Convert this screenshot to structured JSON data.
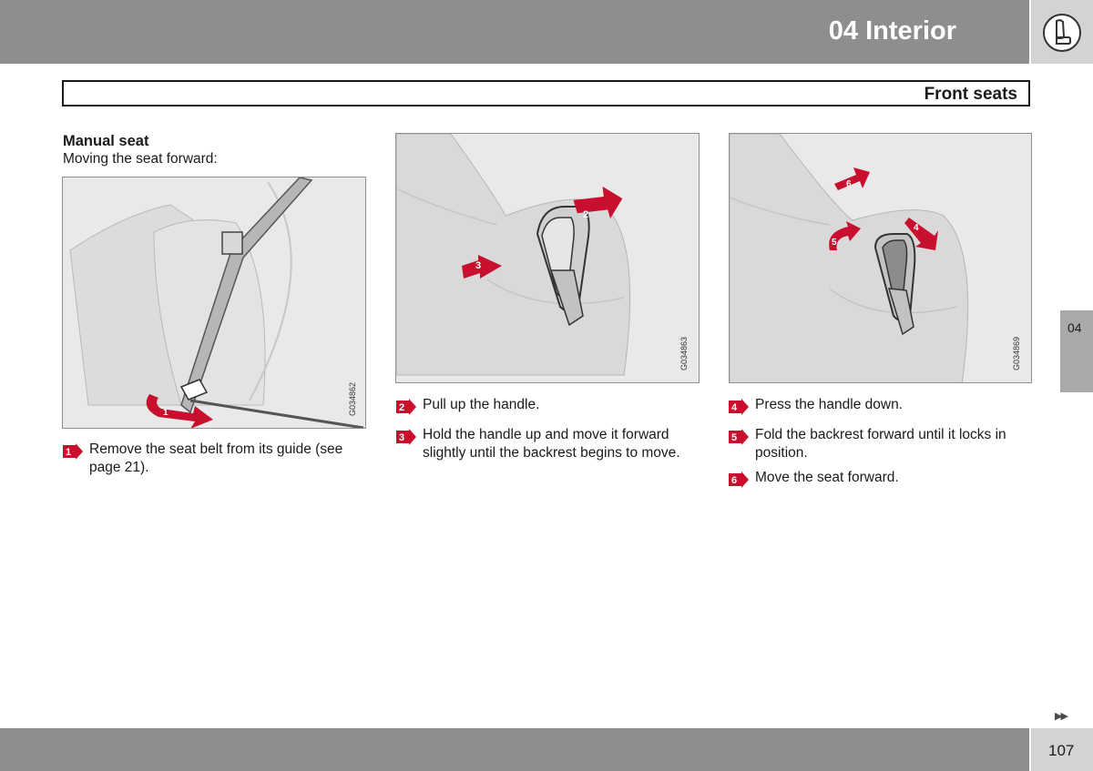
{
  "header": {
    "chapter_title": "04 Interior",
    "chapter_icon": "seat-icon"
  },
  "section": {
    "title": "Front seats"
  },
  "content": {
    "subheading": "Manual seat",
    "intro": "Moving the seat forward:"
  },
  "figures": [
    {
      "code": "G034862",
      "callouts": [
        "1"
      ]
    },
    {
      "code": "G034863",
      "callouts": [
        "2",
        "3"
      ]
    },
    {
      "code": "G034869",
      "callouts": [
        "4",
        "5",
        "6"
      ]
    }
  ],
  "steps": [
    {
      "number": "1",
      "text_line1": "Remove the seat belt from its guide (see",
      "text_line2": "page 21)."
    },
    {
      "number": "2",
      "text_line1": "Pull up the handle.",
      "text_line2": ""
    },
    {
      "number": "3",
      "text_line1": "Hold the handle up and move it forward",
      "text_line2": "slightly until the backrest begins to move."
    },
    {
      "number": "4",
      "text_line1": "Press the handle down.",
      "text_line2": ""
    },
    {
      "number": "5",
      "text_line1": "Fold the backrest forward until it locks in",
      "text_line2": "position."
    },
    {
      "number": "6",
      "text_line1": "Move the seat forward.",
      "text_line2": ""
    }
  ],
  "side_tab": {
    "label": "04"
  },
  "footer": {
    "continue_icon": "double-arrow-right-icon",
    "page_number": "107"
  },
  "colors": {
    "header_bar": "#8e8e90",
    "accent_red": "#c8102e",
    "figure_bg": "#e9e9ea"
  }
}
